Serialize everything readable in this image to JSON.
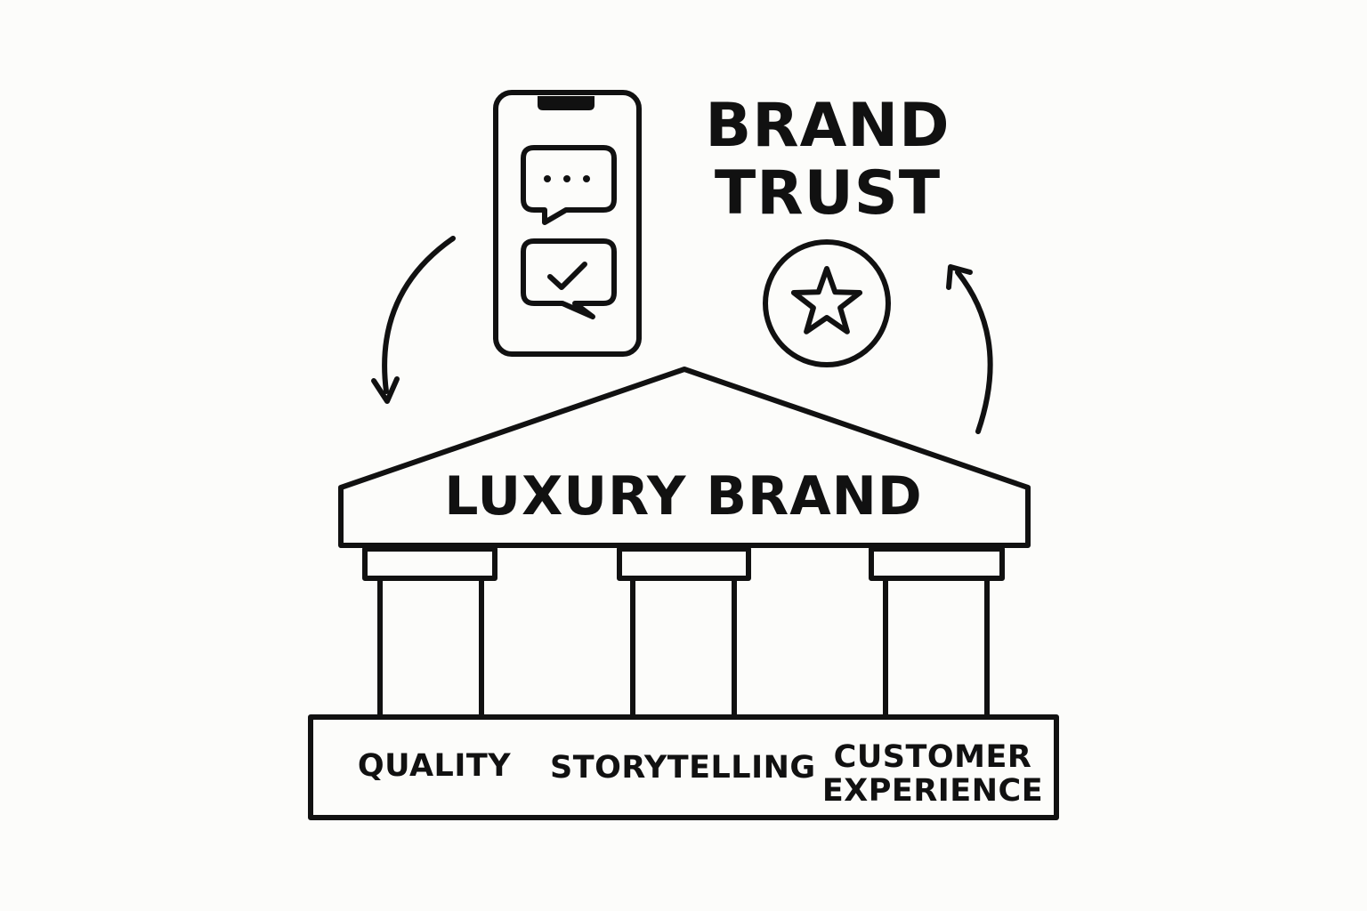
{
  "title": {
    "line1": "BRAND",
    "line2": "TRUST"
  },
  "temple": {
    "label": "LUXURY BRAND"
  },
  "pillars": [
    {
      "label": "QUALITY"
    },
    {
      "label": "STORYTELLING"
    },
    {
      "label_line1": "CUSTOMER",
      "label_line2": "EXPERIENCE"
    }
  ],
  "icons": [
    "phone-icon",
    "chat-bubble-ellipsis-icon",
    "chat-bubble-check-icon",
    "star-badge-icon",
    "curved-arrow-down-icon",
    "curved-arrow-up-icon"
  ],
  "colors": {
    "stroke": "#111111",
    "background": "#fcfcfa"
  }
}
